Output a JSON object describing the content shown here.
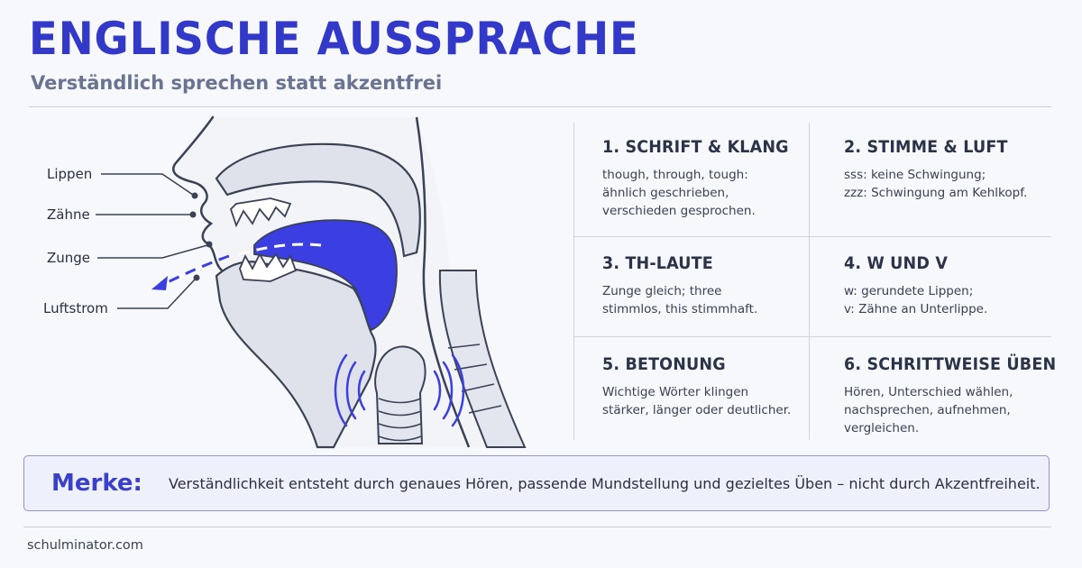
{
  "header": {
    "title": "ENGLISCHE AUSSPRACHE",
    "subtitle": "Verständlich sprechen statt akzentfrei"
  },
  "diagram": {
    "labels": [
      "Lippen",
      "Zähne",
      "Zunge",
      "Luftstrom"
    ],
    "colors": {
      "tongue": "#3b3ee0",
      "outline": "#3a4256",
      "fill": "#e3e6ee",
      "vibration": "#3b3ee0"
    }
  },
  "cards": [
    {
      "title": "1. SCHRIFT & KLANG",
      "text": "though, through, tough:\nähnlich geschrieben,\nverschieden gesprochen."
    },
    {
      "title": "2. STIMME & LUFT",
      "text": "sss: keine Schwingung;\nzzz: Schwingung am Kehlkopf."
    },
    {
      "title": "3. TH-LAUTE",
      "text": "Zunge gleich; three\nstimmlos, this stimmhaft."
    },
    {
      "title": "4. W UND V",
      "text": "w: gerundete Lippen;\nv: Zähne an Unterlippe."
    },
    {
      "title": "5. BETONUNG",
      "text": "Wichtige Wörter klingen\nstärker, länger oder deutlicher."
    },
    {
      "title": "6. SCHRITTWEISE ÜBEN",
      "text": "Hören, Unterschied wählen,\nnachsprechen, aufnehmen,\nvergleichen."
    }
  ],
  "merke": {
    "label": "Merke:",
    "text": "Verständlichkeit entsteht durch genaues Hören, passende Mundstellung und gezieltes Üben – nicht durch Akzentfreiheit."
  },
  "footer": {
    "source": "schulminator.com"
  }
}
